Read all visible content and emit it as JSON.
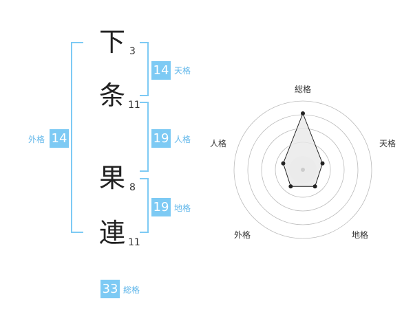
{
  "name": {
    "characters": [
      {
        "char": "下",
        "strokes": "3"
      },
      {
        "char": "条",
        "strokes": "11"
      },
      {
        "char": "果",
        "strokes": "8"
      },
      {
        "char": "連",
        "strokes": "11"
      }
    ]
  },
  "scores": {
    "tenkaku": {
      "value": "14",
      "label": "天格"
    },
    "jinkaku": {
      "value": "19",
      "label": "人格"
    },
    "chikaku": {
      "value": "19",
      "label": "地格"
    },
    "gaikaku": {
      "value": "14",
      "label": "外格"
    },
    "soukaku": {
      "value": "33",
      "label": "総格"
    }
  },
  "radar": {
    "axes": [
      "総格",
      "天格",
      "地格",
      "外格",
      "人格"
    ],
    "levels": [
      0.82,
      0.3,
      0.3,
      0.3,
      0.3
    ],
    "line_color": "#222222",
    "fill_color": "#e8e8e8",
    "ring_color": "#bbbbbb"
  },
  "colors": {
    "accent": "#7dcaf4",
    "label_text": "#5fb6ea"
  }
}
